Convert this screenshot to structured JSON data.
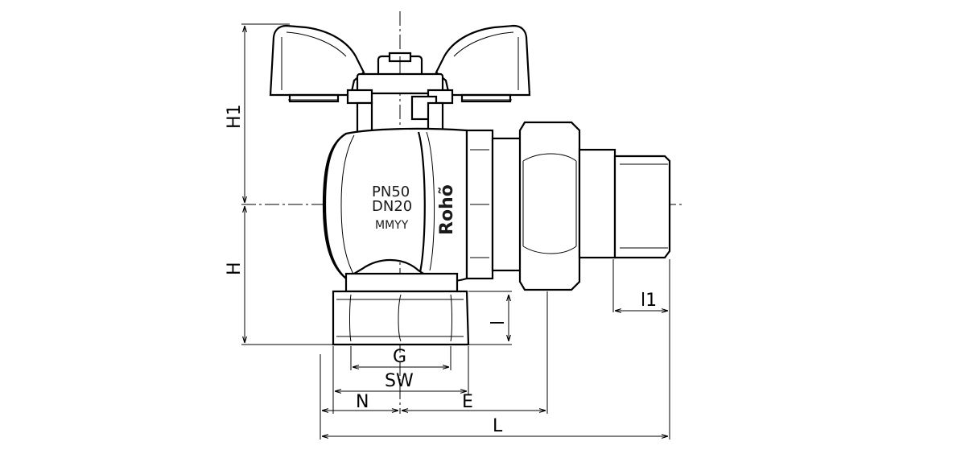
{
  "title": "",
  "markings": {
    "pressure": "PN50",
    "size": "DN20",
    "date_code": "MMYY",
    "brand": "Rohõ"
  },
  "dimensions": {
    "h1": "H1",
    "h": "H",
    "l_small": "l",
    "l1": "l1",
    "g": "G",
    "sw": "SW",
    "n": "N",
    "e": "E",
    "l": "L"
  }
}
